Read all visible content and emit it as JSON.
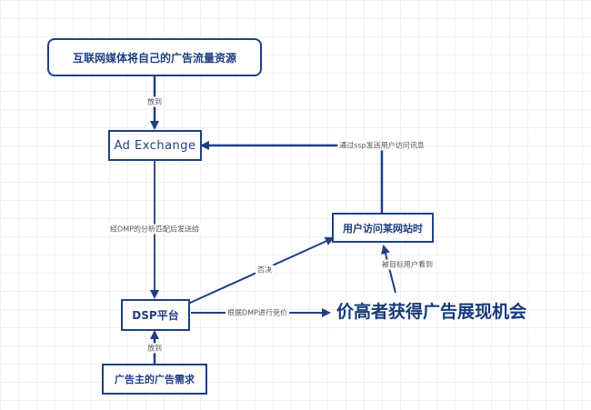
{
  "nodes": {
    "supply": "互联网媒体将自己的广告流量资源",
    "exchange": "Ad Exchange",
    "visit": "用户访问某网站时",
    "dsp": "DSP平台",
    "demand": "广告主的广告需求"
  },
  "edges": {
    "supply_to_exchange": "放到",
    "visit_to_exchange": "通过ssp发送用户访问讯息",
    "exchange_to_dsp": "经DMP的分析匹配后发送给",
    "dsp_to_visit": "否决",
    "dsp_to_result": "根据DMP进行竞价",
    "demand_to_dsp": "放到",
    "user_to_visit": "被目标用户看到"
  },
  "result_text": "价高者获得广告展现机会",
  "colors": {
    "stroke": "#1f3f82",
    "text": "#1f3f82",
    "label": "#555555"
  }
}
